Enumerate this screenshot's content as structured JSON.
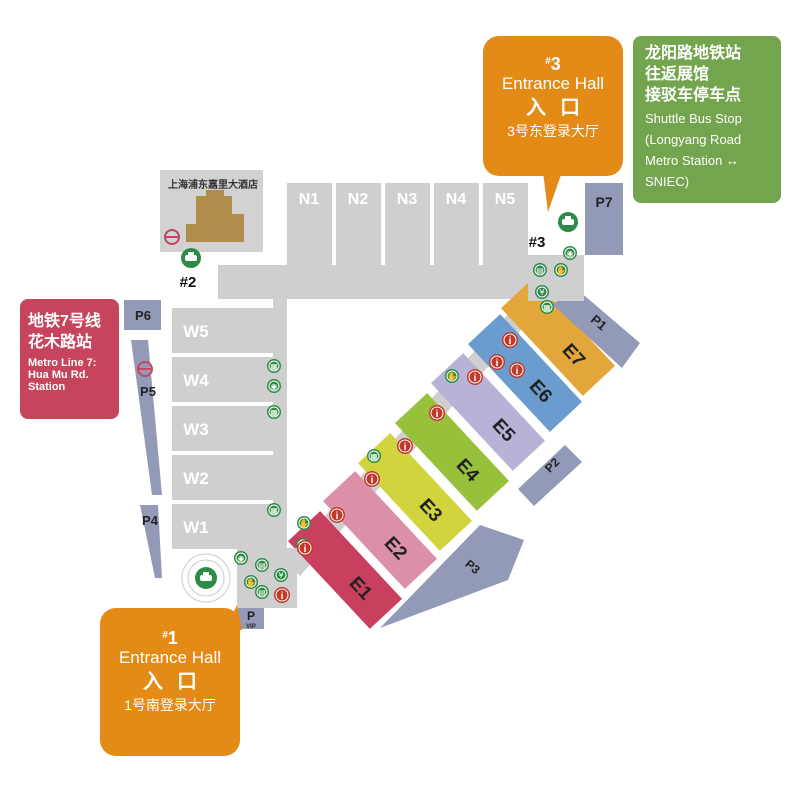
{
  "hotel": {
    "name": "上海浦东嘉里大酒店"
  },
  "halls_north": [
    "N1",
    "N2",
    "N3",
    "N4",
    "N5"
  ],
  "halls_west": [
    "W5",
    "W4",
    "W3",
    "W2",
    "W1"
  ],
  "halls_east": [
    {
      "label": "E1",
      "color": "#c9405e"
    },
    {
      "label": "E2",
      "color": "#dc90a8"
    },
    {
      "label": "E3",
      "color": "#d1d43c"
    },
    {
      "label": "E4",
      "color": "#97c13a"
    },
    {
      "label": "E5",
      "color": "#b6b3d6"
    },
    {
      "label": "E6",
      "color": "#6a9ccf"
    },
    {
      "label": "E7",
      "color": "#e3a63b"
    }
  ],
  "parking": {
    "P1": "P1",
    "P2": "P2",
    "P3": "P3",
    "P4": "P4",
    "P5": "P5",
    "P6": "P6",
    "P7": "P7",
    "PVIP_p": "P",
    "PVIP_vip": "VIP"
  },
  "taxi_labels": {
    "t2": "#2",
    "t3": "#3"
  },
  "entrance1": {
    "num": "1",
    "hash": "#",
    "en": "Entrance Hall",
    "cn": "入口",
    "cn2": "1号南登录大厅"
  },
  "entrance3": {
    "num": "3",
    "hash": "#",
    "en": "Entrance Hall",
    "cn": "入口",
    "cn2": "3号东登录大厅"
  },
  "shuttle": {
    "cn": [
      "龙阳路地铁站",
      "往返展馆",
      "接驳车停车点"
    ],
    "en": [
      "Shuttle Bus Stop",
      "(Longyang Road",
      "Metro Station ↔",
      "SNIEC)"
    ]
  },
  "metro7": {
    "cn": [
      "地铁7号线",
      "花木路站"
    ],
    "en": [
      "Metro Line 7:",
      "Hua Mu Rd.",
      "Station"
    ]
  },
  "colors": {
    "hall_grey": "#cfcfd0",
    "parking_blue": "#939ab7",
    "orange": "#e48b17",
    "green": "#73a54e",
    "metro_red": "#c6455c",
    "icon_green": "#2f8a45",
    "info_red": "#c0392b"
  },
  "icons": [
    "taxi-icon",
    "info-icon",
    "restaurant-icon",
    "cup-icon",
    "atm-icon",
    "ticket-icon",
    "handshake-icon",
    "metro-icon",
    "hotel-building-icon"
  ]
}
